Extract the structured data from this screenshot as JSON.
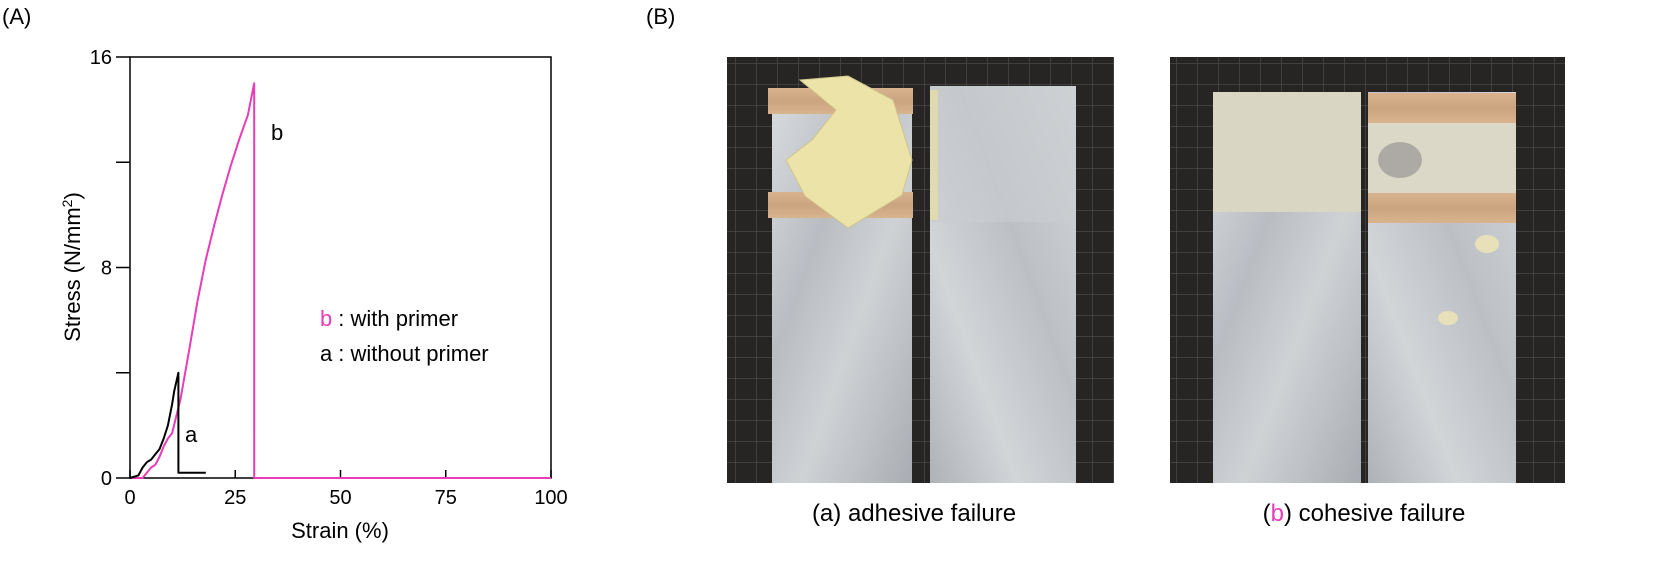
{
  "panel_a_label": "(A)",
  "panel_b_label": "(B)",
  "colors": {
    "with_primer": "#e83cb8",
    "without_primer": "#000000",
    "axes": "#000000"
  },
  "chart_data": {
    "type": "line",
    "xlabel": "Strain (%)",
    "ylabel_main": "Stress (N/mm",
    "ylabel_sup": "2",
    "ylabel_end": ")",
    "xlim": [
      0,
      100
    ],
    "ylim": [
      0,
      16
    ],
    "xticks": [
      0,
      25,
      50,
      75,
      100
    ],
    "yticks": [
      0,
      8,
      16
    ],
    "grid": false,
    "series": [
      {
        "name": "b",
        "curve_label": "b",
        "legend_text": ": with primer",
        "color": "#e83cb8",
        "x": [
          0,
          3,
          4,
          5,
          6,
          7,
          8,
          9,
          10,
          12,
          14,
          16,
          18,
          20,
          22,
          24,
          26,
          28,
          29.5,
          29.5,
          35,
          50,
          75,
          100
        ],
        "y": [
          0,
          0,
          0.2,
          0.4,
          0.5,
          0.8,
          1.2,
          1.5,
          1.7,
          3.0,
          4.8,
          6.7,
          8.3,
          9.6,
          10.8,
          11.9,
          12.9,
          13.8,
          15.0,
          0,
          0,
          0,
          0,
          0
        ]
      },
      {
        "name": "a",
        "curve_label": "a",
        "legend_text": ": without primer",
        "color": "#000000",
        "x": [
          0,
          2,
          3,
          4,
          5,
          6,
          7,
          8,
          9,
          10,
          10.5,
          11.5,
          11.5,
          13,
          18
        ],
        "y": [
          0,
          0.1,
          0.4,
          0.6,
          0.7,
          0.9,
          1.1,
          1.5,
          2.0,
          2.8,
          3.3,
          4.0,
          0.2,
          0.2,
          0.2
        ]
      }
    ],
    "legend_order": [
      "b",
      "a"
    ]
  },
  "captions": {
    "a_prefix": "(a) adhesive failure",
    "b_open": "(",
    "b_letter": "b",
    "b_rest": ") cohesive failure"
  }
}
